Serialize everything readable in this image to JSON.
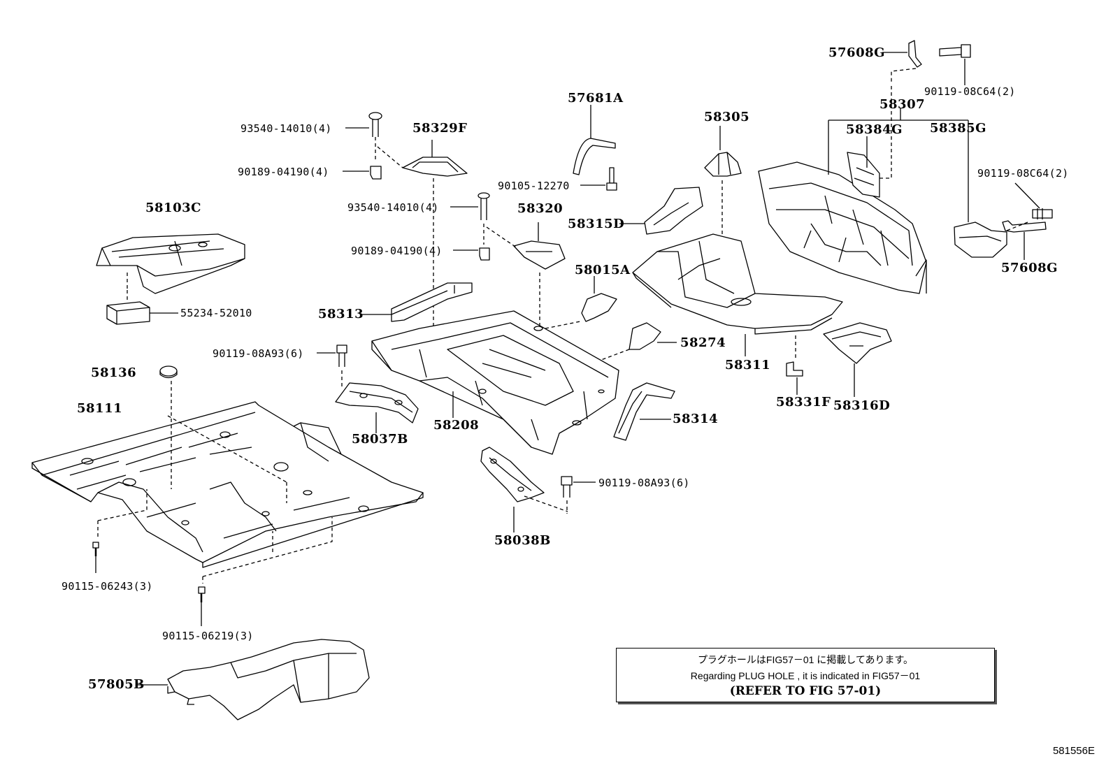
{
  "parts": {
    "p57608G_top": "57608G",
    "p90119_08C64_top": "90119-08C64(2)",
    "p58307": "58307",
    "p57681A": "57681A",
    "p58305": "58305",
    "p58384G": "58384G",
    "p58385G": "58385G",
    "p93540_a": "93540-14010(4)",
    "p58329F": "58329F",
    "p90189_a": "90189-04190(4)",
    "p90105": "90105-12270",
    "p90119_08C64_right": "90119-08C64(2)",
    "p58103C": "58103C",
    "p93540_b": "93540-14010(4)",
    "p58320": "58320",
    "p58315D": "58315D",
    "p90189_b": "90189-04190(4)",
    "p57608G_right": "57608G",
    "p58015A": "58015A",
    "p55234": "55234-52010",
    "p58313": "58313",
    "p58274": "58274",
    "p90119_08A93_a": "90119-08A93(6)",
    "p58311": "58311",
    "p58136": "58136",
    "p58331F": "58331F",
    "p58316D": "58316D",
    "p58111": "58111",
    "p58208": "58208",
    "p58314": "58314",
    "p58037B": "58037B",
    "p90119_08A93_b": "90119-08A93(6)",
    "p58038B": "58038B",
    "p90115_06243": "90115-06243(3)",
    "p90115_06219": "90115-06219(3)",
    "p57805B": "57805B"
  },
  "note": {
    "line1": "プラグホールはFIG57－01 に掲載してあります。",
    "line2": "Regarding  PLUG  HOLE  ,  it  is  indicated  in  FIG57－01",
    "line3": "(REFER TO FIG 57-01)"
  },
  "figure_code": "581556E"
}
